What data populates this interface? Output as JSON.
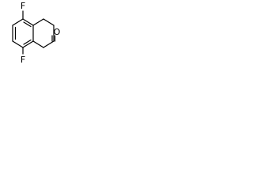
{
  "molecule": {
    "atoms": {
      "fluorine_top": "F",
      "fluorine_bottom": "F",
      "oxygen": "O"
    },
    "colors": {
      "bond": "#000000",
      "label": "#000000",
      "background": "#ffffff"
    }
  }
}
